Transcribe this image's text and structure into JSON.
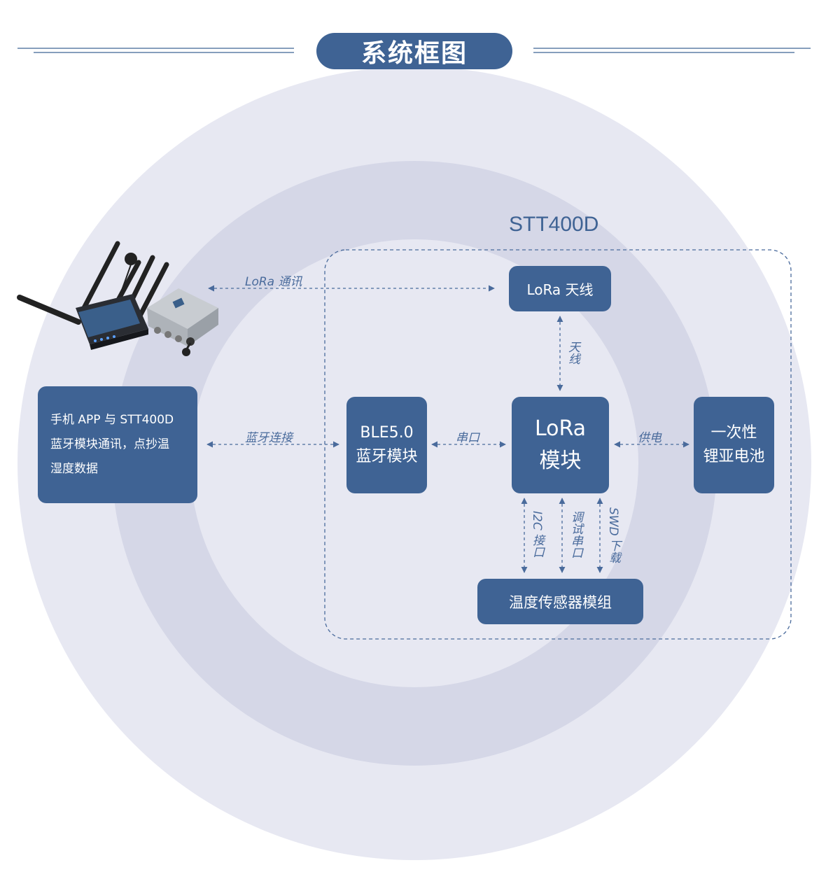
{
  "header": {
    "title": "系统框图"
  },
  "system_name": "STT400D",
  "nodes": {
    "phone_app": {
      "line1": "手机 APP 与 STT400D",
      "line2": "蓝牙模块通讯，点抄温",
      "line3": "湿度数据"
    },
    "ble": {
      "line1": "BLE5.0",
      "line2": "蓝牙模块"
    },
    "lora_module": {
      "line1": "LoRa",
      "line2": "模块"
    },
    "battery": {
      "line1": "一次性",
      "line2": "锂亚电池"
    },
    "lora_antenna": {
      "label": "LoRa 天线"
    },
    "temp_sensor": {
      "label": "温度传感器模组"
    }
  },
  "connections": {
    "lora_comm": "LoRa 通讯",
    "antenna": "天线",
    "bluetooth": "蓝牙连接",
    "serial": "串口",
    "power": "供电",
    "i2c": "I2C 接口",
    "debug_serial": "调试串口",
    "swd": "SWD 下载"
  },
  "colors": {
    "box": "#3f6394",
    "accent": "#4a6b9c",
    "ring_outer": "#e6e7f1",
    "ring_middle": "#d4d6e6",
    "ring_inner": "#e6e7f1"
  }
}
